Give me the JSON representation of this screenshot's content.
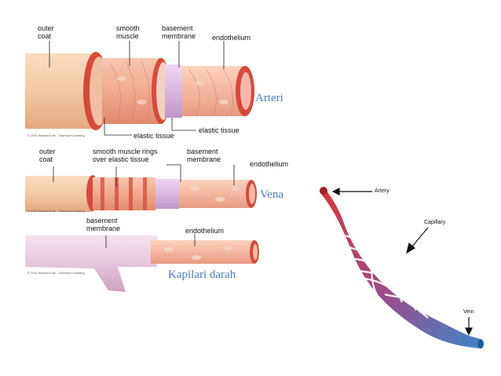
{
  "artery_labels": {
    "outer_coat": "outer\ncoat",
    "smooth_muscle": "smooth\nmuscle",
    "basement_membrane": "basement\nmembrane",
    "endothelium": "endothelium",
    "elastic_tissue_inner": "elastic tissue",
    "elastic_tissue_outer": "elastic tissue",
    "title": "Arteri",
    "copyright": "© 2001 Brooks/Cole - Thomson Learning"
  },
  "vein_labels": {
    "outer_coat": "outer\ncoat",
    "smooth_muscle_rings": "smooth muscle rings\nover elastic tissue",
    "basement_membrane": "basement\nmembrane",
    "endothelium": "endothelium",
    "title": "Vena",
    "copyright": "© 2001 Brooks/Cole - Thomson Learning"
  },
  "capillary_labels": {
    "basement_membrane": "basement\nmembrane",
    "endothelium": "endothelium",
    "title": "Kapilari darah",
    "copyright": "© 2001 Brooks/Cole - Thomson Learning"
  },
  "network_labels": {
    "artery": "Artery",
    "capillary": "Capillary",
    "vein": "Vein"
  },
  "colors": {
    "outer_coat": "#f3c9a3",
    "elastic_ring": "#d64a3a",
    "muscle": "#f2a98c",
    "membrane": "#d9b8df",
    "endothelium": "#f6b7a0",
    "lumen": "#e24a3a",
    "title": "#4d7fc0",
    "artery_red": "#d9343a",
    "vein_blue": "#3f86c8"
  }
}
